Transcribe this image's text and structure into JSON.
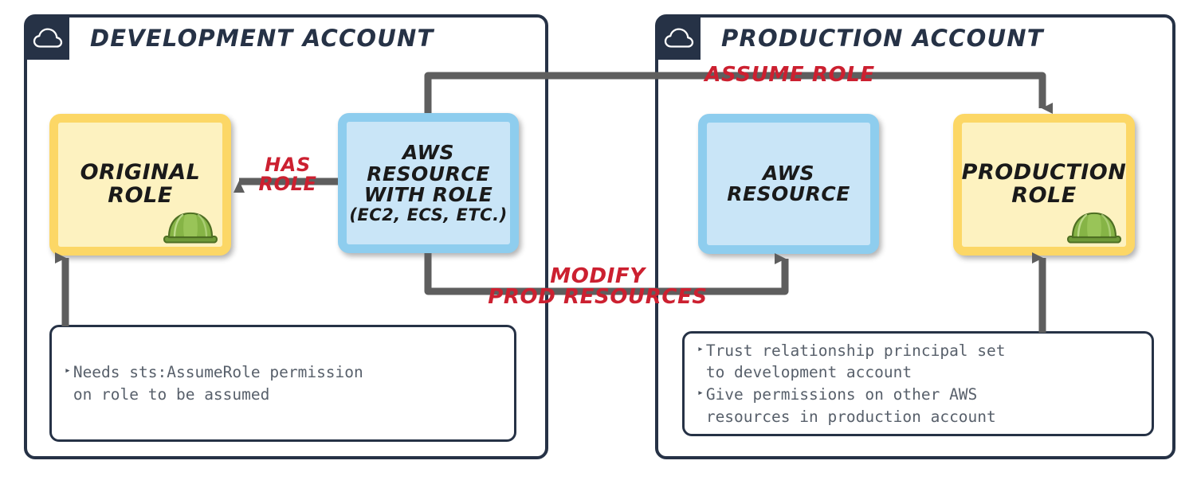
{
  "accounts": [
    {
      "id": "development",
      "title": "DEVELOPMENT ACCOUNT",
      "icon": "cloud-icon"
    },
    {
      "id": "production",
      "title": "PRODUCTION ACCOUNT",
      "icon": "cloud-icon"
    }
  ],
  "nodes": {
    "original_role": {
      "label": "ORIGINAL\nROLE",
      "icon": "hard-hat-icon",
      "fill": "#fdf2c0",
      "border": "#fcd766"
    },
    "aws_resource_with_role": {
      "label": "AWS\nRESOURCE\nWITH ROLE",
      "sublabel": "(EC2, ECS, ETC.)",
      "fill": "#c9e5f7",
      "border": "#8ecdee"
    },
    "aws_resource": {
      "label": "AWS\nRESOURCE",
      "fill": "#c9e5f7",
      "border": "#8ecdee"
    },
    "production_role": {
      "label": "PRODUCTION\nROLE",
      "icon": "hard-hat-icon",
      "fill": "#fdf2c0",
      "border": "#fcd766"
    }
  },
  "edges": {
    "has_role": {
      "label": "HAS\nROLE",
      "color": "#cc2030"
    },
    "assume_role": {
      "label": "ASSUME ROLE",
      "color": "#cc2030"
    },
    "modify_prod_resources": {
      "label": "MODIFY\nPROD RESOURCES",
      "color": "#cc2030"
    }
  },
  "notes": {
    "development": {
      "bullets": [
        [
          "Needs sts:AssumeRole permission",
          "on role to be assumed"
        ]
      ]
    },
    "production": {
      "bullets": [
        [
          "Trust relationship principal set",
          "to development account"
        ],
        [
          "Give permissions on other AWS",
          "resources in production account"
        ]
      ]
    }
  },
  "colors": {
    "panel_border": "#263246",
    "tab_fill": "#263246",
    "connector": "#5e5e5e",
    "accent_red": "#cc2030",
    "note_text": "#58606b"
  }
}
